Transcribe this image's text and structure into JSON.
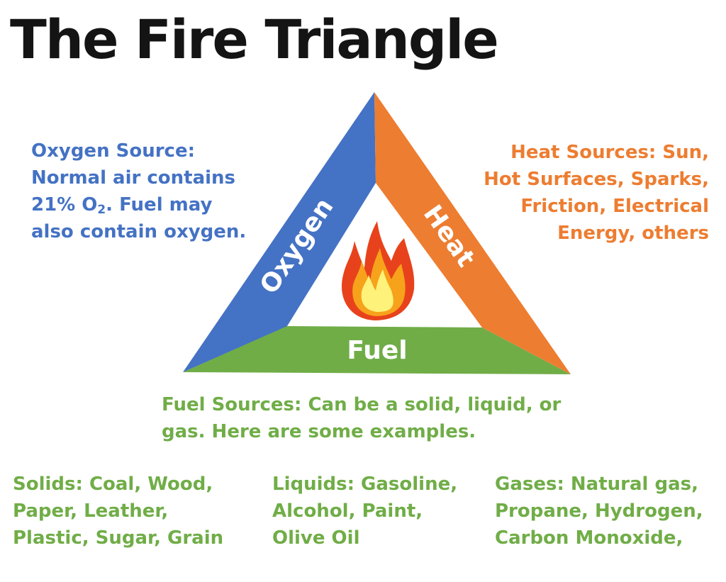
{
  "title": "The Fire Triangle",
  "triangle": {
    "oxygen_label": "Oxygen",
    "heat_label": "Heat",
    "fuel_label": "Fuel",
    "colors": {
      "oxygen": "#4472c4",
      "heat": "#ed7d31",
      "fuel": "#70ad47",
      "flame_outer": "#e8421c",
      "flame_mid": "#f7a21b",
      "flame_inner": "#fff27a"
    }
  },
  "oxygen_source": {
    "line1": "Oxygen Source:",
    "line2": "Normal air contains",
    "line3_pre": "21% O",
    "line3_sub": "2",
    "line3_post": ". Fuel may",
    "line4": "also contain oxygen."
  },
  "heat_sources": {
    "lines": [
      "Heat Sources: Sun,",
      "Hot Surfaces, Sparks,",
      "Friction, Electrical",
      "Energy, others"
    ]
  },
  "fuel_sources": {
    "lines": [
      "Fuel Sources: Can be a solid, liquid, or",
      "gas. Here are some examples."
    ]
  },
  "examples": {
    "solids": [
      "Solids: Coal, Wood,",
      "Paper, Leather,",
      "Plastic, Sugar, Grain"
    ],
    "liquids": [
      "Liquids: Gasoline,",
      "Alcohol, Paint,",
      "Olive Oil"
    ],
    "gases": [
      "Gases: Natural gas,",
      "Propane, Hydrogen,",
      "Carbon Monoxide,"
    ]
  },
  "flame_icon": "fire-icon"
}
